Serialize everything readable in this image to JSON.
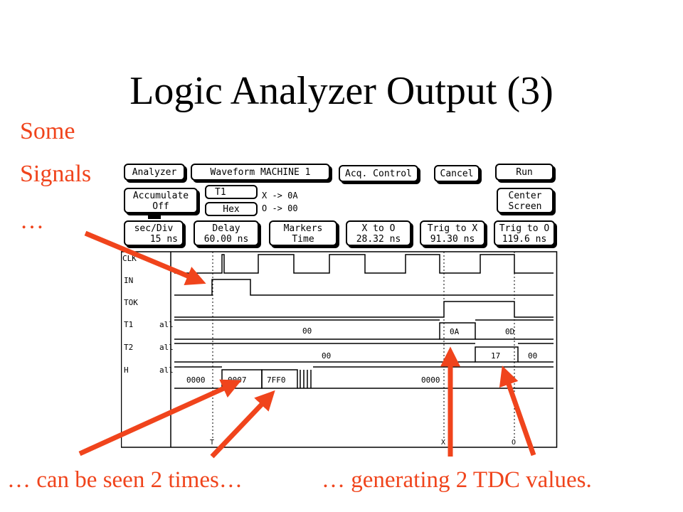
{
  "slide": {
    "title": "Logic Analyzer Output (3)",
    "annotation_top": [
      "Some",
      "Signals",
      "…"
    ],
    "annotation_bottom_left": "… can be seen 2 times…",
    "annotation_bottom_right": "… generating 2 TDC values.",
    "accent_color": "#f0441c"
  },
  "analyzer": {
    "menu": {
      "analyzer": "Analyzer",
      "waveform": "Waveform MACHINE 1",
      "acq_control": "Acq. Control",
      "cancel": "Cancel",
      "run": "Run"
    },
    "accumulate": {
      "line1": "Accumulate",
      "line2": "Off"
    },
    "label_field": "T1",
    "base_field": "Hex",
    "marker_x_pattern": "X -> 0A",
    "marker_o_pattern": "O -> 00",
    "center_screen": {
      "line1": "Center",
      "line2": "Screen"
    },
    "params": [
      {
        "label": "sec/Div",
        "value": "15 ns"
      },
      {
        "label": "Delay",
        "value": "60.00 ns"
      },
      {
        "label": "Markers",
        "value": "Time"
      },
      {
        "label": "X to O",
        "value": "28.32 ns"
      },
      {
        "label": "Trig to X",
        "value": "91.30 ns"
      },
      {
        "label": "Trig to O",
        "value": "119.6 ns"
      }
    ],
    "signals": [
      {
        "name": "CLK",
        "mode": ""
      },
      {
        "name": "IN",
        "mode": ""
      },
      {
        "name": "TOK",
        "mode": ""
      },
      {
        "name": "T1",
        "mode": "all"
      },
      {
        "name": "T2",
        "mode": "all"
      },
      {
        "name": "H",
        "mode": "all"
      }
    ],
    "bus_values": {
      "t1": [
        "00",
        "0A",
        "0D"
      ],
      "t2": [
        "00",
        "17",
        "00"
      ],
      "h": [
        "0000",
        "0007",
        "7FF0",
        "0000"
      ]
    },
    "marker_labels": {
      "trigger": "T",
      "x": "X",
      "o": "O"
    }
  }
}
